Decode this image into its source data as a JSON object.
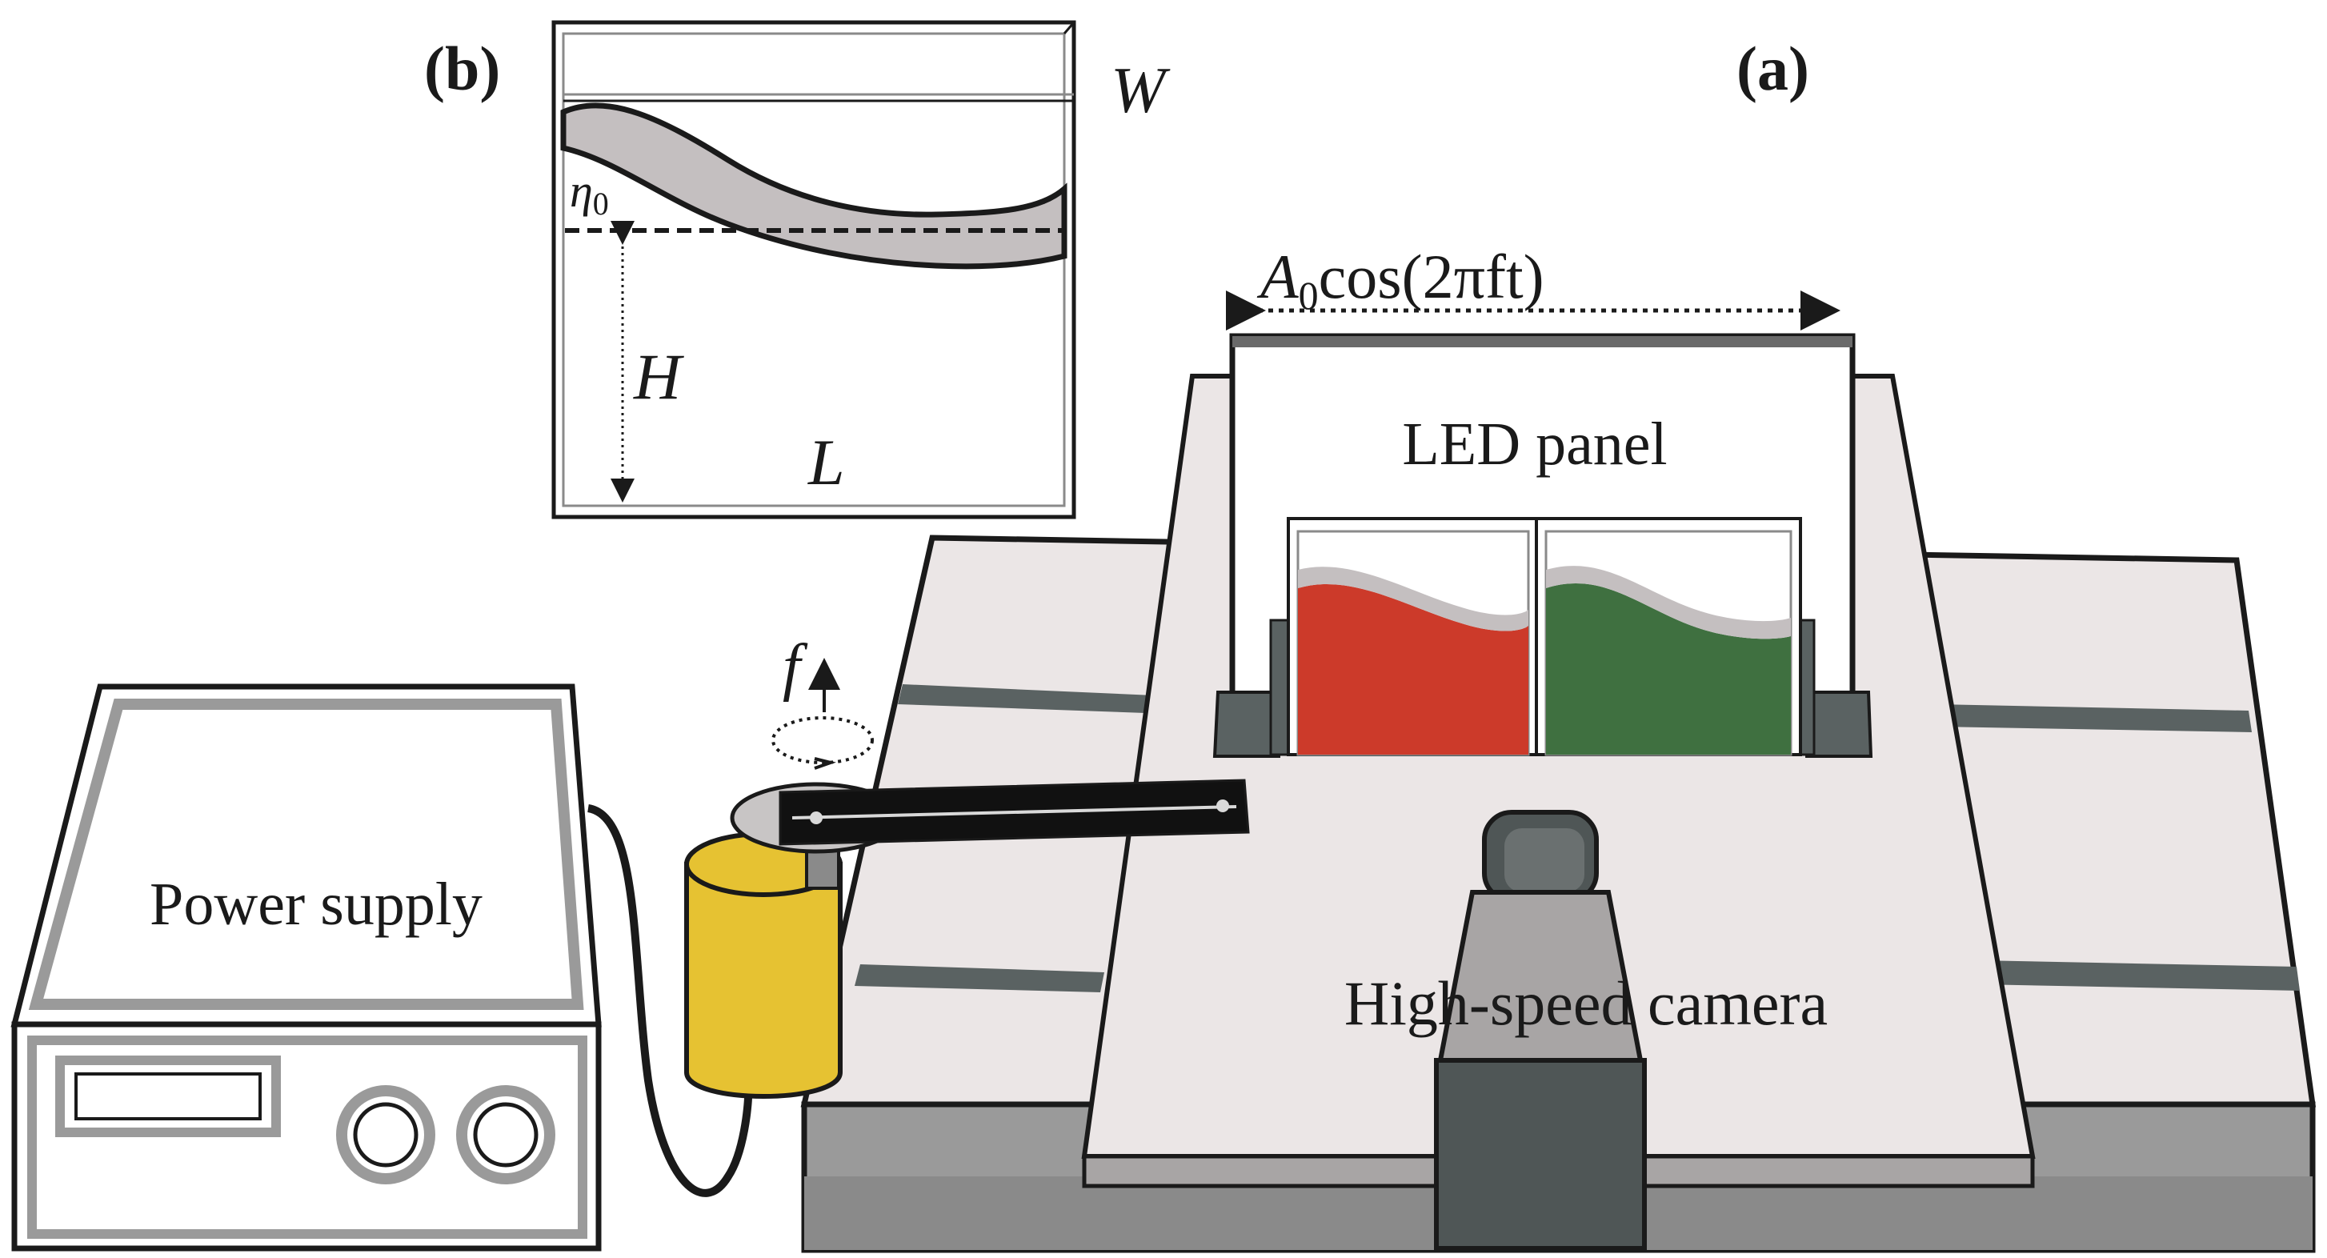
{
  "panels": {
    "a": "(a)",
    "b": "(b)"
  },
  "labels": {
    "led_panel": "LED panel",
    "high_speed_camera": "High-speed camera",
    "power_supply": "Power supply",
    "rotation_frequency": "f",
    "oscillation_amplitude": "A",
    "oscillation_subscript": "0",
    "oscillation_function": "cos(2πft)"
  },
  "tank_inset": {
    "width_symbol": "W",
    "height_symbol": "H",
    "length_symbol": "L",
    "crest_symbol": "η",
    "crest_subscript": "0"
  },
  "colors": {
    "outline": "#1a1a1a",
    "table_top": "#ebe6e6",
    "table_side": "#9a9a9a",
    "rail": "#5a6262",
    "red_liquid": "#cc3a2a",
    "green_liquid": "#3f7040",
    "liquid_layer": "#c4bfc0",
    "motor_yellow": "#e6c232",
    "camera_body": "#4f5656",
    "camera_head": "#a8a5a5"
  }
}
